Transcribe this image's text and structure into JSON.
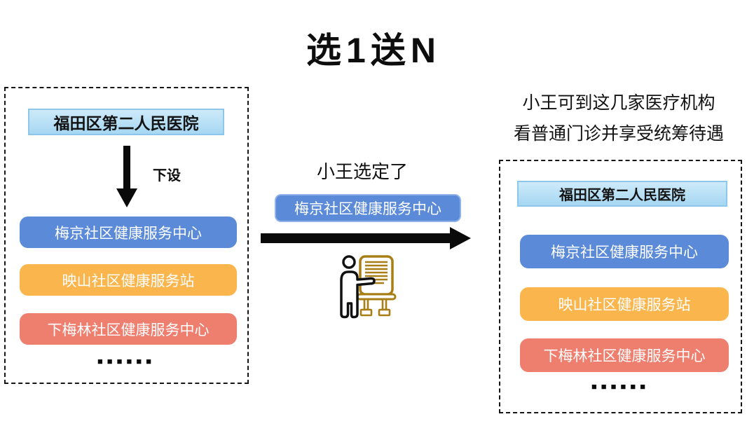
{
  "title": "选1送N",
  "left_panel": {
    "hospital": "福田区第二人民医院",
    "arrow_label": "下设",
    "branches": [
      {
        "label": "梅京社区健康服务中心",
        "color": "#5A8AD8"
      },
      {
        "label": "映山社区健康服务站",
        "color": "#FAB54C"
      },
      {
        "label": "下梅林社区健康服务中心",
        "color": "#EE7E6E"
      }
    ],
    "ellipsis": "■■■■■■"
  },
  "middle": {
    "caption": "小王选定了",
    "selected_branch": "梅京社区健康服务中心"
  },
  "right_panel": {
    "caption_line1": "小王可到这几家医疗机构",
    "caption_line2": "看普通门诊并享受统筹待遇",
    "hospital": "福田区第二人民医院",
    "branches": [
      {
        "label": "梅京社区健康服务中心",
        "color": "#5A8AD8"
      },
      {
        "label": "映山社区健康服务站",
        "color": "#FAB54C"
      },
      {
        "label": "下梅林社区健康服务中心",
        "color": "#EE7E6E"
      }
    ],
    "ellipsis": "■■■■■■"
  },
  "icons": {
    "down_arrow": "down-arrow-icon",
    "right_arrow": "right-arrow-icon",
    "presenter": "person-at-easel-icon"
  },
  "colors": {
    "branch_blue": "#5A8AD8",
    "branch_orange": "#FAB54C",
    "branch_red": "#EE7E6E",
    "hospital_fill_top": "#CDEAF9",
    "hospital_fill_bottom": "#A6D7F2",
    "hospital_border": "#8FC7EA",
    "easel_gold": "#A87E17",
    "arrow_black": "#0A0A0A"
  }
}
